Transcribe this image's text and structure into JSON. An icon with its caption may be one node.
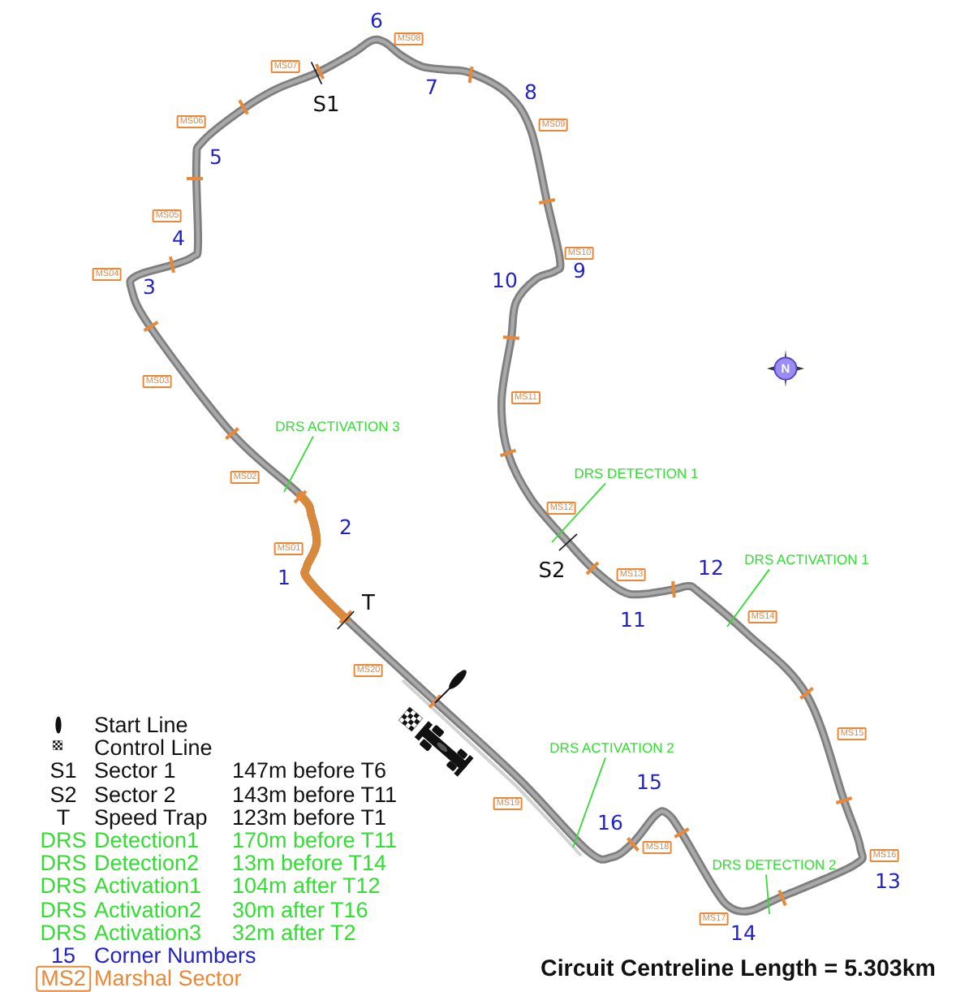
{
  "diagram": {
    "caption": "Circuit Centreline Length = 5.303km",
    "nodes": [
      {
        "text": [
          "DRS ACTIVATION 3"
        ]
      },
      {
        "text": [
          "DRS DETECTION 1"
        ]
      },
      {
        "text": [
          "DRS ACTIVATION 1"
        ]
      },
      {
        "text": [
          "DRS ACTIVATION 2"
        ]
      },
      {
        "text": [
          "DRS DETECTION 2"
        ]
      }
    ],
    "edges": [
      {
        "from": 0,
        "to": null,
        "arrow": "none"
      },
      {
        "from": 1,
        "to": null,
        "arrow": "none"
      },
      {
        "from": 2,
        "to": null,
        "arrow": "none"
      },
      {
        "from": 3,
        "to": null,
        "arrow": "none"
      },
      {
        "from": 4,
        "to": null,
        "arrow": "none"
      }
    ],
    "labels": [
      "6",
      "MS08",
      "MS07",
      "S1",
      "7",
      "8",
      "MS06",
      "MS09",
      "5",
      "MS05",
      "4",
      "MS10",
      "MS04",
      "3",
      "10",
      "9",
      "N",
      "MS03",
      "MS11",
      "MS02",
      "MS12",
      "2",
      "MS01",
      "1",
      "S2",
      "MS13",
      "12",
      "T",
      "11",
      "MS14",
      "MS20",
      "MS15",
      "15",
      "MS19",
      "16",
      "MS18",
      "MS16",
      "13",
      "MS17",
      "14",
      "Start Line",
      "Control Line",
      "S1",
      "Sector 1",
      "147m before T6",
      "S2",
      "Sector 2",
      "143m before T11",
      "T",
      "Speed Trap",
      "123m before T1",
      "DRS",
      "Detection1",
      "170m before T11",
      "DRS",
      "Detection2",
      "13m before T14",
      "DRS",
      "Activation1",
      "104m after T12",
      "DRS",
      "Activation2",
      "30m after T16",
      "DRS",
      "Activation3",
      "32m after T2",
      "15",
      "Corner Numbers",
      "MS2",
      "Marshal Sector"
    ]
  }
}
